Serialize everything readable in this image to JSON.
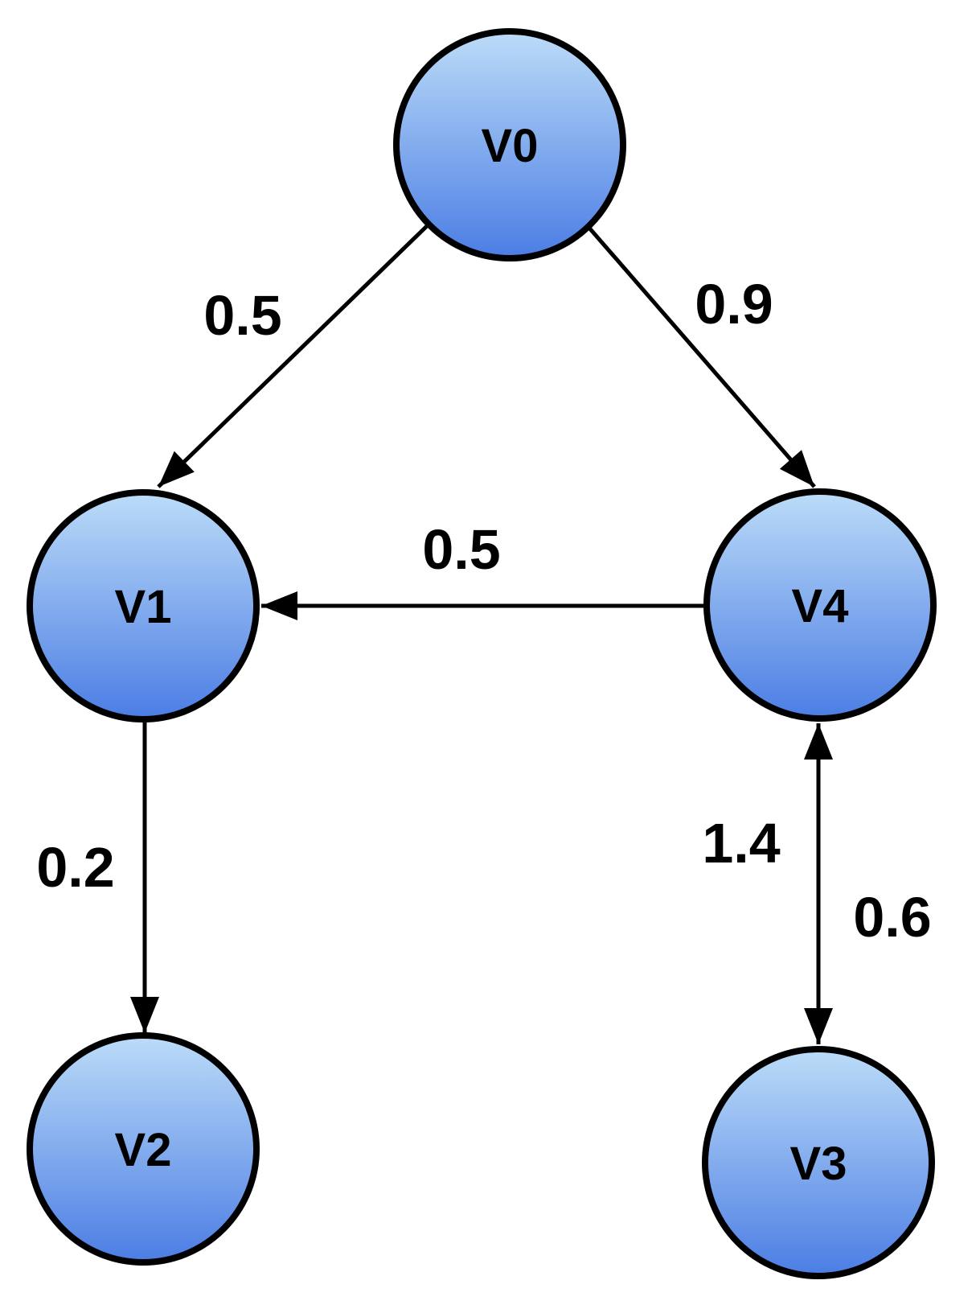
{
  "diagram": {
    "type": "weighted-directed-graph",
    "background_color": "#ffffff",
    "node_style": {
      "fill_top": "#bcdcf8",
      "fill_bottom": "#4b7de4",
      "border_color": "#000000",
      "label_color": "#000000"
    },
    "edge_style": {
      "line_color": "#000000",
      "label_color": "#000000"
    },
    "nodes": [
      {
        "id": "v0",
        "label": "V0"
      },
      {
        "id": "v1",
        "label": "V1"
      },
      {
        "id": "v2",
        "label": "V2"
      },
      {
        "id": "v3",
        "label": "V3"
      },
      {
        "id": "v4",
        "label": "V4"
      }
    ],
    "edges": [
      {
        "from": "V0",
        "to": "V1",
        "weight": "0.5",
        "bidirectional": false
      },
      {
        "from": "V0",
        "to": "V4",
        "weight": "0.9",
        "bidirectional": false
      },
      {
        "from": "V4",
        "to": "V1",
        "weight": "0.5",
        "bidirectional": false
      },
      {
        "from": "V1",
        "to": "V2",
        "weight": "0.2",
        "bidirectional": false
      },
      {
        "from": "V4",
        "to": "V3",
        "weight": "1.4",
        "weight_reverse": "0.6",
        "bidirectional": true
      }
    ]
  }
}
